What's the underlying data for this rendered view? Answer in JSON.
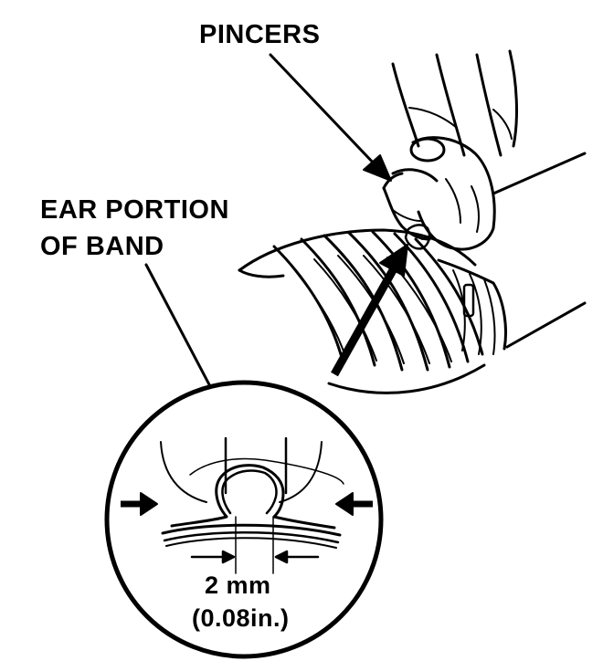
{
  "labels": {
    "pincers": "PINCERS",
    "ear_line1": "EAR PORTION",
    "ear_line2": "OF BAND",
    "dimension_mm": "2 mm",
    "dimension_in": "(0.08in.)"
  },
  "colors": {
    "ink": "#000000",
    "paper": "#ffffff"
  },
  "icons": {
    "left_pressure_arrow": "arrow-right",
    "right_pressure_arrow": "arrow-left",
    "callout_arrow": "arrow-up-right"
  }
}
